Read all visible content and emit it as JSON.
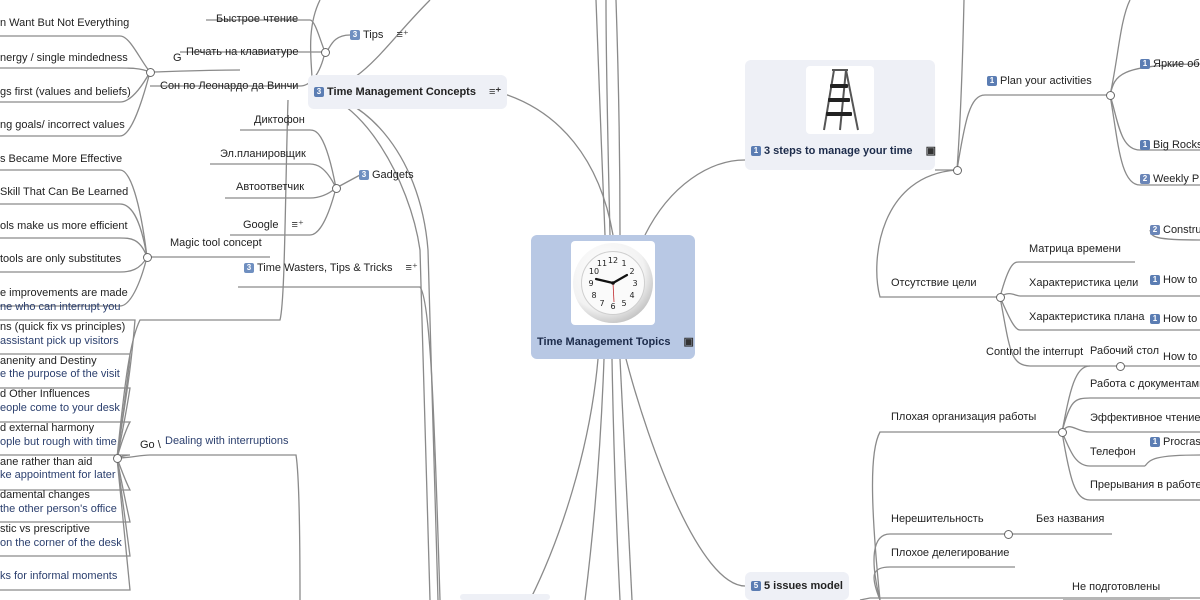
{
  "central": {
    "title": "Time Management Topics",
    "icon": "image-icon"
  },
  "branches": {
    "concepts": {
      "num": "3",
      "title": "Time Management Concepts"
    },
    "steps": {
      "num": "1",
      "title": "3 steps to manage your time"
    },
    "issues": {
      "num": "5",
      "title": "5 issues model"
    },
    "tips": {
      "num": "3",
      "title": "Tips"
    },
    "gadgets": {
      "num": "3",
      "title": "Gadgets"
    },
    "wasters": {
      "num": "3",
      "title": "Time Wasters, Tips & Tricks"
    },
    "interruptions": {
      "title": "Dealing with interruptions"
    }
  },
  "left_items": [
    "n Want But Not Everything",
    "nergy / single mindedness",
    "gs first (values and beliefs)",
    "ng goals/ incorrect  values",
    "s Became More Effective",
    "Skill That Can Be Learned",
    "ols make us more efficient",
    "tools are only substitutes",
    "e improvements are made",
    "ne who can interrupt you",
    "ns (quick fix vs principles)",
    "assistant pick up visitors",
    "anenity and Destiny",
    "e the purpose of the visit",
    "d Other Influences",
    "eople come to your desk",
    "d external harmony",
    "ople but rough with time",
    "ane rather than aid",
    "ke appointment for later",
    "damental changes",
    "the other person's office",
    "stic vs prescriptive",
    "on the corner of the desk",
    "ks for informal moments"
  ],
  "tips_items": [
    "Быстрое чтение",
    "Печать на клавиатуре",
    "Сон по Леонардо да Винчи"
  ],
  "gadget_items": [
    "Диктофон",
    "Эл.планировщик",
    "Автоответчик",
    "Google"
  ],
  "mid_labels": {
    "g_label": "G",
    "magic": "Magic tool concept",
    "go": "Go \\"
  },
  "right_items": {
    "plan": {
      "num": "1",
      "label": "Plan your activities"
    },
    "bright": {
      "num": "1",
      "label": "Яркие об"
    },
    "bigrocks": {
      "num": "1",
      "label": "Big Rocks"
    },
    "weekly": {
      "num": "2",
      "label": "Weekly Pla"
    },
    "no_goal": "Отсутствие цели",
    "matrix": "Матрица времени",
    "goal_char": "Характеристика цели",
    "plan_char": "Характеристика плана",
    "control": "Control the interrupt",
    "construct": {
      "num": "2",
      "label": "Constru"
    },
    "howto1": {
      "num": "1",
      "label": "How to"
    },
    "howto2": {
      "num": "1",
      "label": "How to"
    },
    "howto3": "How to",
    "bad_org": "Плохая организация работы",
    "desk": "Рабочий стол",
    "docs": "Работа с документами",
    "reading": "Эффективное чтение",
    "phone": "Телефон",
    "procrast": {
      "num": "1",
      "label": "Procrast"
    },
    "interrupts": "Прерывания в работе",
    "indecision": "Нерешительность",
    "unnamed": "Без названия",
    "bad_deleg": "Плохое делегирование",
    "unprepared": "Не подготовлены"
  },
  "steps_image": "stepladder"
}
